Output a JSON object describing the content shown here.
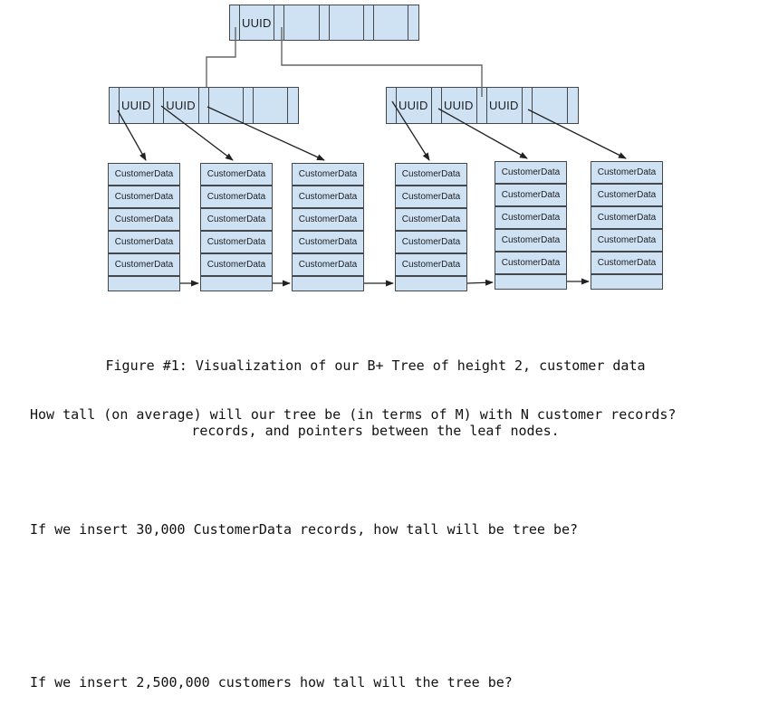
{
  "figure": {
    "root_node": {
      "cells": [
        "",
        "UUID",
        "",
        "",
        "",
        "",
        "",
        "",
        ""
      ]
    },
    "internal_left_node": {
      "cells": [
        "",
        "UUID",
        "",
        "UUID",
        "",
        "",
        "",
        "",
        ""
      ]
    },
    "internal_right_node": {
      "cells": [
        "",
        "UUID",
        "",
        "UUID",
        "",
        "UUID",
        "",
        "",
        ""
      ]
    },
    "leaf_nodes": [
      {
        "rows": [
          "CustomerData",
          "CustomerData",
          "CustomerData",
          "CustomerData",
          "CustomerData",
          ""
        ]
      },
      {
        "rows": [
          "CustomerData",
          "CustomerData",
          "CustomerData",
          "CustomerData",
          "CustomerData",
          ""
        ]
      },
      {
        "rows": [
          "CustomerData",
          "CustomerData",
          "CustomerData",
          "CustomerData",
          "CustomerData",
          ""
        ]
      },
      {
        "rows": [
          "CustomerData",
          "CustomerData",
          "CustomerData",
          "CustomerData",
          "CustomerData",
          ""
        ]
      },
      {
        "rows": [
          "CustomerData",
          "CustomerData",
          "CustomerData",
          "CustomerData",
          "CustomerData",
          ""
        ]
      },
      {
        "rows": [
          "CustomerData",
          "CustomerData",
          "CustomerData",
          "CustomerData",
          "CustomerData",
          ""
        ]
      }
    ],
    "caption_line1": "Figure #1: Visualization of our B+ Tree of height 2, customer data",
    "caption_line2": "records, and pointers between the leaf nodes.",
    "colors": {
      "node_fill": "#cfe2f3",
      "node_border": "#44484c",
      "connector": "#666666",
      "arrow": "#212121"
    }
  },
  "questions": [
    {
      "text": "How tall (on average) will our tree be (in terms of M) with N customer records?"
    },
    {
      "text": "If we insert 30,000 CustomerData records, how tall will be tree be?"
    },
    {
      "text": "If we insert 2,500,000 customers how tall will the tree be?"
    }
  ]
}
